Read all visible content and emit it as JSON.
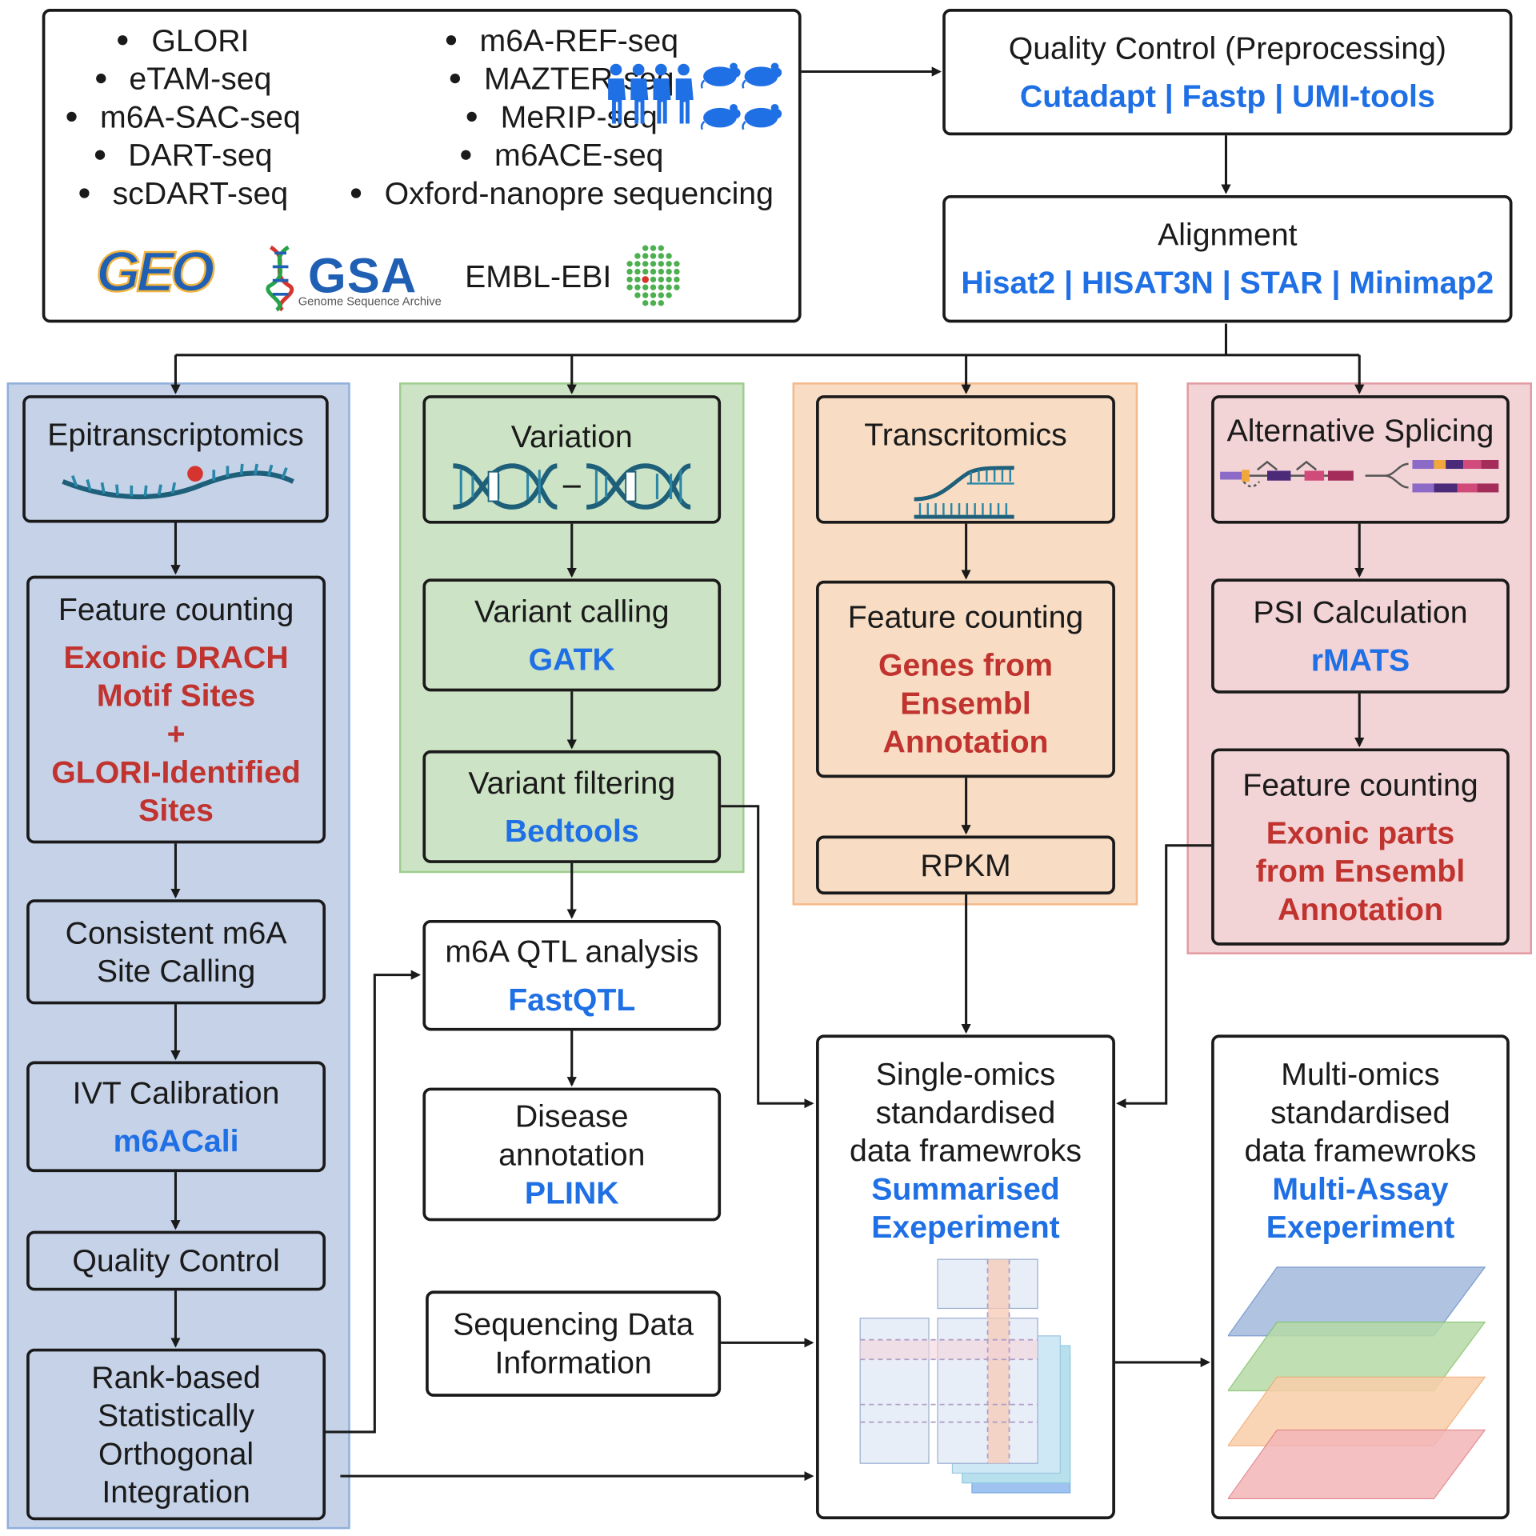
{
  "sources": {
    "methods_left": [
      "GLORI",
      "eTAM-seq",
      "m6A-SAC-seq",
      "DART-seq",
      "scDART-seq"
    ],
    "methods_right": [
      "m6A-REF-seq",
      "MAZTER-seq",
      "MeRIP-seq",
      "m6ACE-seq",
      "Oxford-nanopre sequencing"
    ],
    "geo_logo": "GEO",
    "gsa_logo": "GSA",
    "gsa_subtitle": "Genome Sequence Archive",
    "ebi_logo": "EMBL-EBI"
  },
  "qc_top": {
    "title": "Quality Control (Preprocessing)",
    "tools": "Cutadapt | Fastp | UMI-tools"
  },
  "alignment": {
    "title": "Alignment",
    "tools": "Hisat2 | HISAT3N | STAR | Minimap2"
  },
  "epi": {
    "title": "Epitranscriptomics",
    "feature_title": "Feature counting",
    "feature_detail": [
      "Exonic DRACH",
      "Motif Sites",
      "+",
      "GLORI-Identified",
      "Sites"
    ],
    "consistent": [
      "Consistent m6A",
      "Site Calling"
    ],
    "ivt_title": "IVT Calibration",
    "ivt_tool": "m6ACali",
    "qc": "Quality Control",
    "rank": [
      "Rank-based",
      "Statistically",
      "Orthogonal",
      "Integration"
    ]
  },
  "variation": {
    "title": "Variation",
    "calling_title": "Variant calling",
    "calling_tool": "GATK",
    "filter_title": "Variant filtering",
    "filter_tool": "Bedtools"
  },
  "qtl": {
    "title": "m6A QTL analysis",
    "tool": "FastQTL"
  },
  "disease": {
    "title": [
      "Disease",
      "annotation"
    ],
    "tool": "PLINK"
  },
  "seqinfo": {
    "title": [
      "Sequencing Data",
      "Information"
    ]
  },
  "transcriptomics": {
    "title": "Transcritomics",
    "feature_title": "Feature counting",
    "feature_detail": [
      "Genes from",
      "Ensembl",
      "Annotation"
    ],
    "rpkm": "RPKM"
  },
  "splicing": {
    "title": "Alternative Splicing",
    "psi_title": "PSI Calculation",
    "psi_tool": "rMATS",
    "feature_title": "Feature counting",
    "feature_detail": [
      "Exonic parts",
      "from Ensembl",
      "Annotation"
    ]
  },
  "single_omics": {
    "title": [
      "Single-omics",
      "standardised",
      "data framewroks"
    ],
    "tool": [
      "Summarised",
      "Exeperiment"
    ]
  },
  "multi_omics": {
    "title": [
      "Multi-omics",
      "standardised",
      "data framewroks"
    ],
    "tool": [
      "Multi-Assay",
      "Exeperiment"
    ]
  },
  "colors": {
    "blue_text": "#1f6fe5",
    "red_text": "#c0332e",
    "epi_panel": "#c5d2e8",
    "var_panel": "#cde3c5",
    "trans_panel": "#f8dcc3",
    "splice_panel": "#f2d3d6"
  }
}
